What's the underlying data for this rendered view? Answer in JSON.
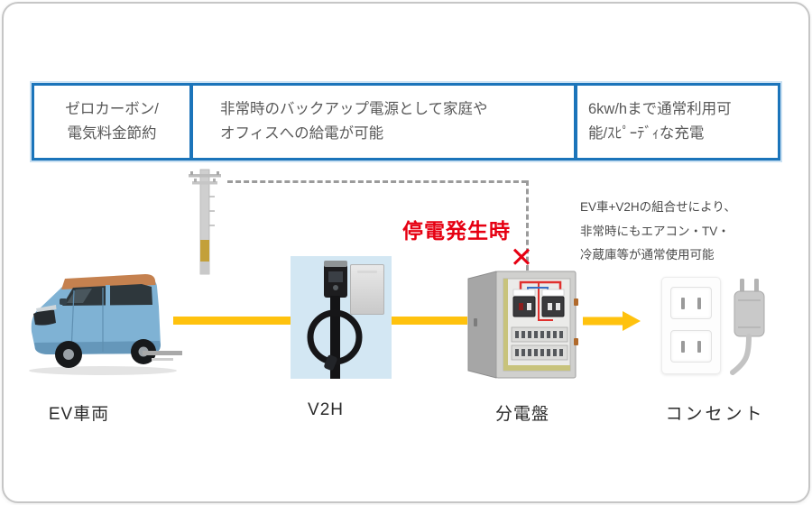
{
  "colors": {
    "accent_blue": "#1b74ba",
    "flow_yellow": "#ffc20e",
    "alert_red": "#e60012",
    "v2h_bg": "#d3e7f3"
  },
  "feature_boxes": [
    {
      "lines": [
        "ゼロカーボン/",
        "電気料金節約"
      ]
    },
    {
      "lines": [
        "非常時のバックアップ電源として家庭や",
        "オフィスへの給電が可能"
      ]
    },
    {
      "lines": [
        "6kw/hまで通常利用可",
        "能/ｽﾋﾟｰﾃﾞｨな充電"
      ]
    }
  ],
  "outage": {
    "label": "停電発生時",
    "cross": "✕"
  },
  "benefit_note": {
    "lines": [
      "EV車+V2Hの組合せにより、",
      "非常時にもエアコン・TV・",
      "冷蔵庫等が通常使用可能"
    ]
  },
  "flow": {
    "labels": {
      "ev_vehicle": "EV車両",
      "v2h": "V2H",
      "distribution_board": "分電盤",
      "outlet": "コンセント"
    }
  }
}
